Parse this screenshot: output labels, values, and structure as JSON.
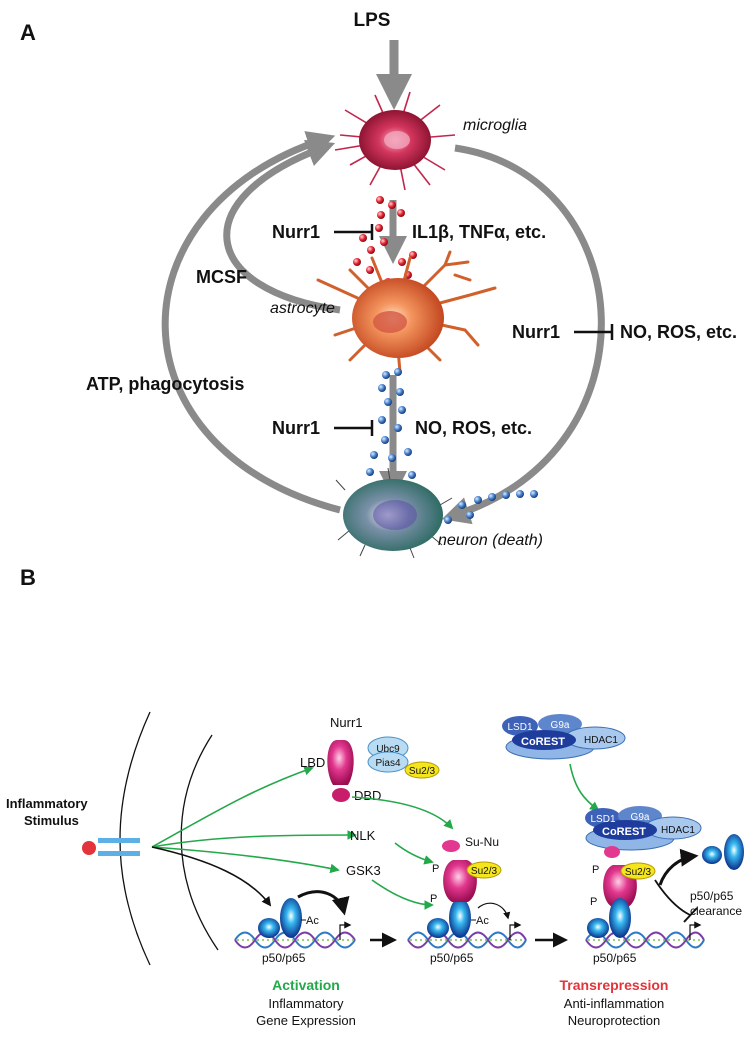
{
  "panel_a": {
    "label": "A",
    "stimulus": "LPS",
    "cells": {
      "microglia": "microglia",
      "astrocyte": "astrocyte",
      "neuron": "neuron (death)"
    },
    "signals": {
      "microglia_to_astrocyte": "IL1β, TNFα, etc.",
      "astrocyte_to_neuron": "NO, ROS, etc.",
      "microglia_to_neuron": "NO, ROS, etc.",
      "astrocyte_to_microglia": "MCSF",
      "neuron_to_microglia": "ATP, phagocytosis"
    },
    "inhibitor": "Nurr1"
  },
  "panel_b": {
    "label": "B",
    "stimulus": "Inflammatory Stimulus",
    "nurr1": "Nurr1",
    "lbd": "LBD",
    "dbd": "DBD",
    "ubc9": "Ubc9",
    "pias4": "Pias4",
    "su23": "Su2/3",
    "nlk": "NLK",
    "gsk3": "GSK3",
    "su_nu": "Su-Nu",
    "p": "P",
    "ac": "Ac",
    "lsd1": "LSD1",
    "g9a": "G9a",
    "corest": "CoREST",
    "hdac1": "HDAC1",
    "p50p65": "p50/p65",
    "clearance": "p50/p65\nclearance",
    "activation": {
      "title": "Activation",
      "line1": "Inflammatory",
      "line2": "Gene Expression"
    },
    "transrepression": {
      "title": "Transrepression",
      "line1": "Anti-inflammation",
      "line2": "Neuroprotection"
    }
  },
  "colors": {
    "green": "#23a84a",
    "red": "#e2343a",
    "magenta": "#d81b79",
    "blue_dark": "#1e3c9c",
    "blue_light": "#8fb6e6",
    "yellow": "#f4e51c",
    "gray_arrow": "#8a8a8a"
  }
}
